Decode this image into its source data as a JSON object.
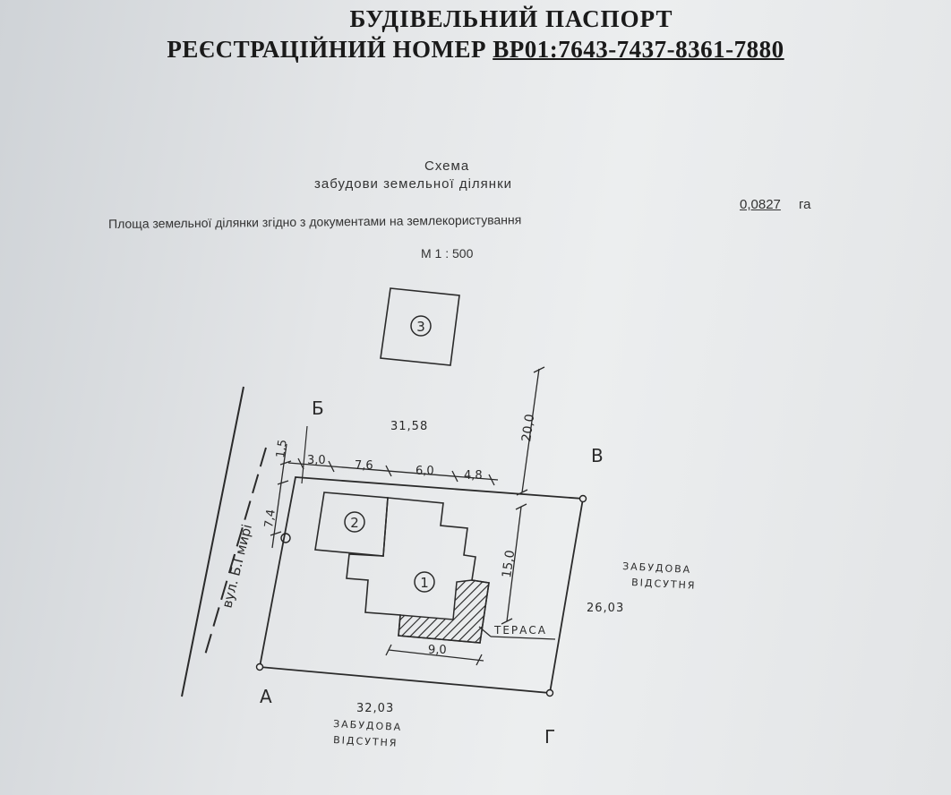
{
  "header": {
    "title": "БУДІВЕЛЬНИЙ ПАСПОРТ",
    "reg_prefix": "РЕЄСТРАЦІЙНИЙ НОМЕР ",
    "reg_number": "ВР01:7643-7437-8361-7880"
  },
  "scheme": {
    "title": "Схема",
    "subtitle": "забудови земельної ділянки",
    "area_label": "Площа земельної ділянки згідно з документами на землекористування",
    "area_value": "0,0827",
    "area_unit": "га",
    "scale": "М 1 : 500"
  },
  "plan": {
    "corners": {
      "a": "А",
      "b": "Б",
      "v": "В",
      "g": "Г"
    },
    "side_top": "31,58",
    "side_bottom": "32,03",
    "side_right": "26,03",
    "dim_top_offset": "1,5",
    "dim_left_offset": "7,4",
    "dim_north": "20,0",
    "dim_east": "15,0",
    "dim_terrace_width": "9,0",
    "top_segments": [
      "3,0",
      "7,6",
      "6,0",
      "4,8"
    ],
    "building_labels": [
      "1",
      "2",
      "3"
    ],
    "street": "вул. Б.Гмирі",
    "terrace": "ТЕРАСА",
    "note_right_1": "ЗАБУДОВА",
    "note_right_2": "ВІДСУТНЯ",
    "note_bottom_1": "ЗАБУДОВА",
    "note_bottom_2": "ВІДСУТНЯ"
  }
}
